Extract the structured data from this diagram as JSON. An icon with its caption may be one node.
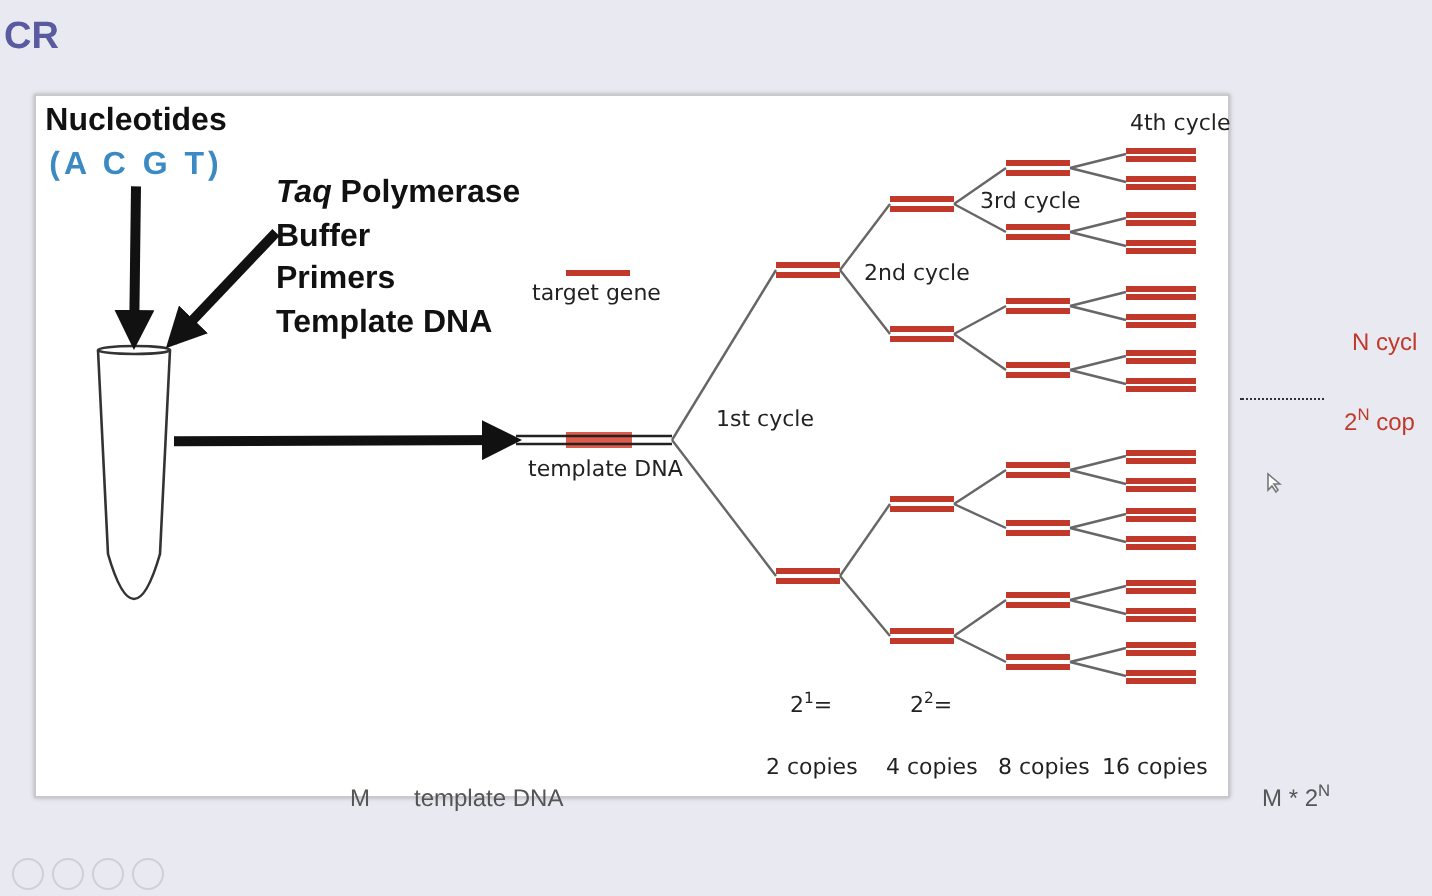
{
  "diagram": {
    "title": "CR",
    "nodes": [
      {
        "text": [
          "Nucleotides",
          "(A C G T)"
        ]
      },
      {
        "text": [
          "*Taq* Polymerase",
          "Buffer",
          "Primers",
          "Template DNA"
        ]
      },
      {
        "text": [],
        "shape": "tube"
      },
      {
        "text": [],
        "shape": "bar",
        "beside": [
          "template DNA"
        ]
      },
      {
        "text": [],
        "shape": "bar"
      },
      {
        "text": [],
        "shape": "bar"
      },
      {
        "text": [],
        "shape": "bar"
      },
      {
        "text": [],
        "shape": "bar"
      },
      {
        "text": [],
        "shape": "bar"
      },
      {
        "text": [],
        "shape": "bar"
      },
      {
        "text": [],
        "shape": "bar"
      },
      {
        "text": [],
        "shape": "bar"
      },
      {
        "text": [],
        "shape": "bar"
      },
      {
        "text": [],
        "shape": "bar"
      },
      {
        "text": [],
        "shape": "bar"
      },
      {
        "text": [],
        "shape": "bar"
      },
      {
        "text": [],
        "shape": "bar"
      },
      {
        "text": [],
        "shape": "bar"
      },
      {
        "text": [],
        "shape": "bar"
      },
      {
        "text": [],
        "shape": "bar"
      },
      {
        "text": [],
        "shape": "bar"
      },
      {
        "text": [],
        "shape": "bar"
      },
      {
        "text": [],
        "shape": "bar"
      },
      {
        "text": [],
        "shape": "bar"
      },
      {
        "text": [],
        "shape": "bar"
      },
      {
        "text": [],
        "shape": "bar"
      },
      {
        "text": [],
        "shape": "bar"
      },
      {
        "text": [],
        "shape": "bar"
      },
      {
        "text": [],
        "shape": "bar"
      },
      {
        "text": [],
        "shape": "bar"
      },
      {
        "text": [],
        "shape": "bar"
      },
      {
        "text": [],
        "shape": "bar"
      },
      {
        "text": [],
        "shape": "bar"
      },
      {
        "text": [],
        "shape": "bar"
      }
    ],
    "edges": [
      {
        "from": 0,
        "to": 2,
        "arrow": "to",
        "style": "thick",
        "color": "#111111"
      },
      {
        "from": 1,
        "to": 2,
        "arrow": "to",
        "style": "thick",
        "color": "#111111"
      },
      {
        "from": 2,
        "to": 3,
        "arrow": "to",
        "style": "thick",
        "color": "#111111"
      },
      {
        "from": 3,
        "to": 4,
        "arrow": "none"
      },
      {
        "from": 3,
        "to": 5,
        "arrow": "none"
      },
      {
        "from": 4,
        "to": 6,
        "arrow": "none"
      },
      {
        "from": 4,
        "to": 7,
        "arrow": "none"
      },
      {
        "from": 5,
        "to": 8,
        "arrow": "none"
      },
      {
        "from": 5,
        "to": 9,
        "arrow": "none"
      },
      {
        "from": 6,
        "to": 10,
        "arrow": "none"
      },
      {
        "from": 6,
        "to": 11,
        "arrow": "none"
      },
      {
        "from": 7,
        "to": 12,
        "arrow": "none"
      },
      {
        "from": 7,
        "to": 13,
        "arrow": "none"
      },
      {
        "from": 8,
        "to": 14,
        "arrow": "none"
      },
      {
        "from": 8,
        "to": 15,
        "arrow": "none"
      },
      {
        "from": 9,
        "to": 16,
        "arrow": "none"
      },
      {
        "from": 9,
        "to": 17,
        "arrow": "none"
      },
      {
        "from": 10,
        "to": 18,
        "arrow": "none"
      },
      {
        "from": 10,
        "to": 19,
        "arrow": "none"
      },
      {
        "from": 11,
        "to": 20,
        "arrow": "none"
      },
      {
        "from": 11,
        "to": 21,
        "arrow": "none"
      },
      {
        "from": 12,
        "to": 22,
        "arrow": "none"
      },
      {
        "from": 12,
        "to": 23,
        "arrow": "none"
      },
      {
        "from": 13,
        "to": 24,
        "arrow": "none"
      },
      {
        "from": 13,
        "to": 25,
        "arrow": "none"
      },
      {
        "from": 14,
        "to": 26,
        "arrow": "none"
      },
      {
        "from": 14,
        "to": 27,
        "arrow": "none"
      },
      {
        "from": 15,
        "to": 28,
        "arrow": "none"
      },
      {
        "from": 15,
        "to": 29,
        "arrow": "none"
      },
      {
        "from": 16,
        "to": 30,
        "arrow": "none"
      },
      {
        "from": 16,
        "to": 31,
        "arrow": "none"
      },
      {
        "from": 17,
        "to": 32,
        "arrow": "none"
      },
      {
        "from": 17,
        "to": 33,
        "arrow": "none"
      }
    ],
    "labels": [
      "1st cycle",
      "2nd cycle",
      "3rd cycle",
      "4th cycle",
      "2$^{1}$=",
      "2 copies",
      "2$^{2}$=",
      "4 copies",
      "8 copies",
      "16 copies",
      "N cycl",
      "2$^{N}$ cop",
      "M",
      "template DNA",
      "M * 2$^{N}$"
    ],
    "legend": [
      {
        "text": "target gene",
        "color": "#c0392b"
      }
    ]
  }
}
